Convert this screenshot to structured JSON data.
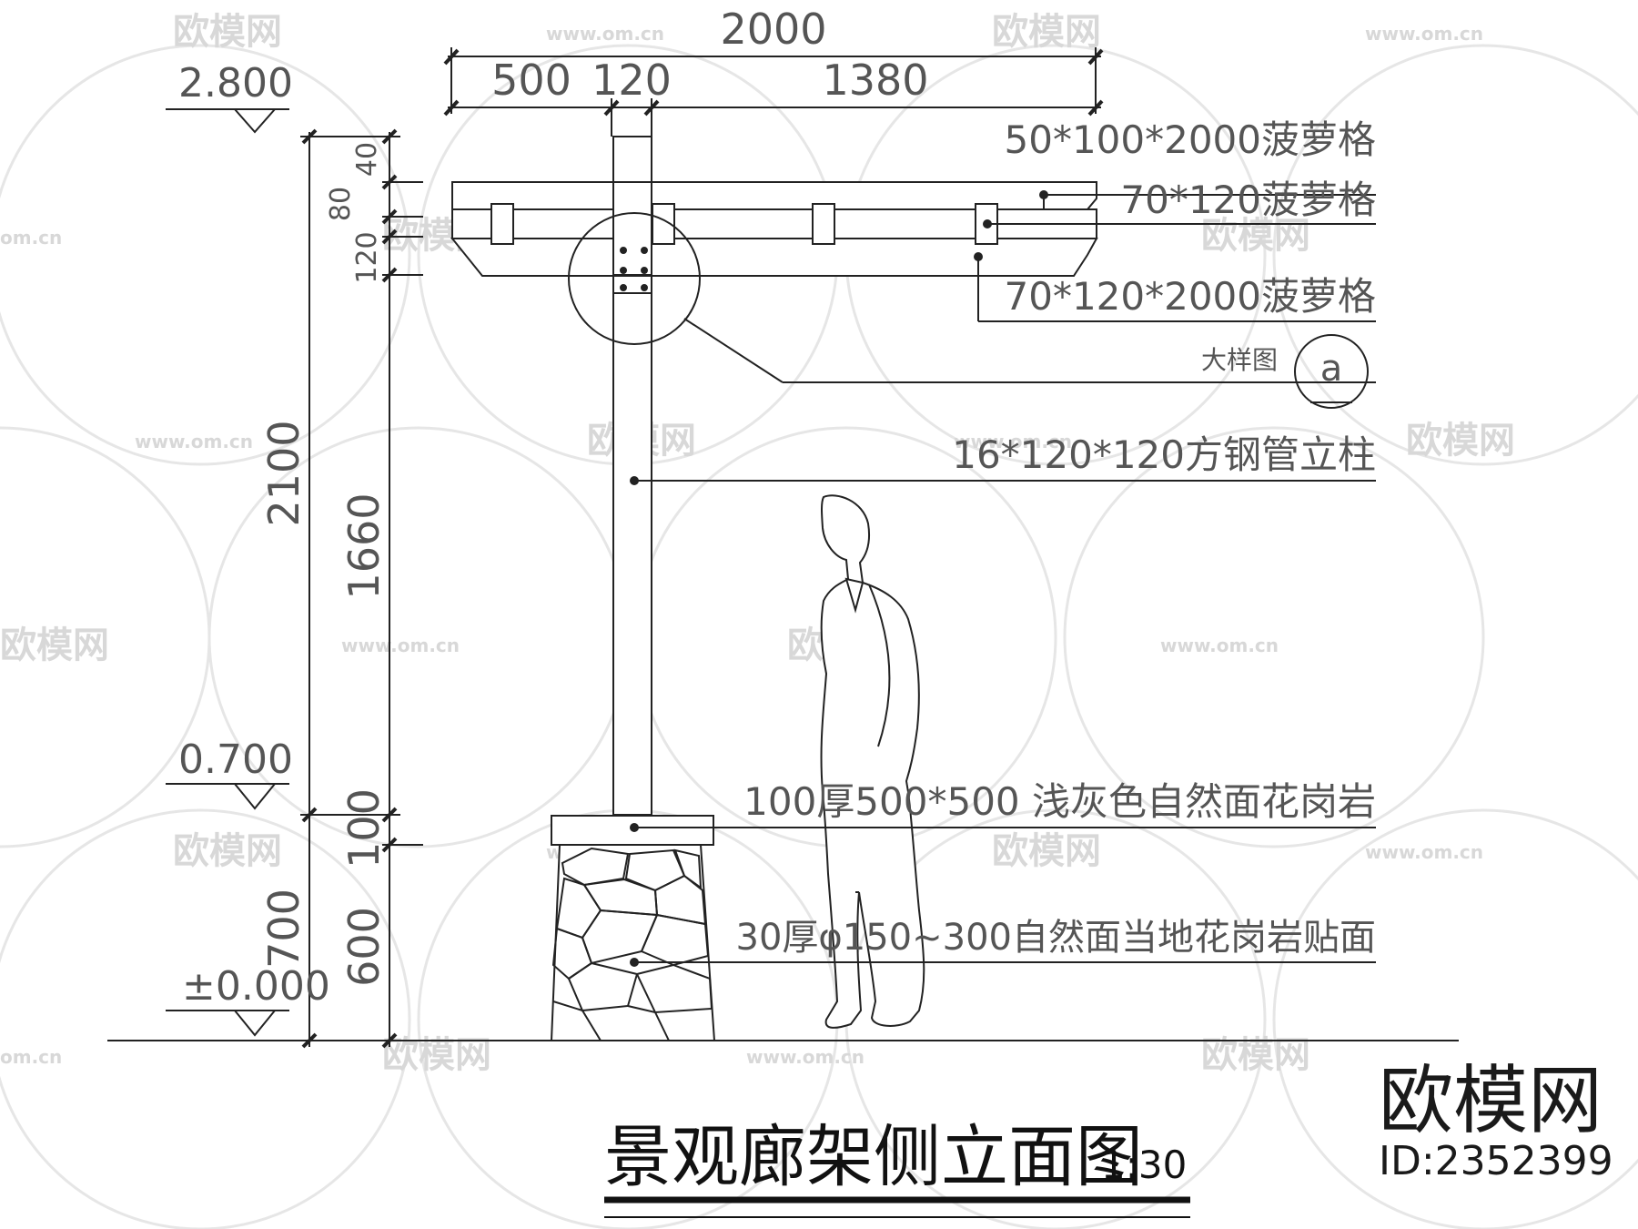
{
  "dimensions": {
    "total_width": "2000",
    "seg_left": "500",
    "seg_mid": "120",
    "seg_right": "1380",
    "v_top_40": "40",
    "v_80": "80",
    "v_120": "120",
    "v_total_2100": "2100",
    "v_1660": "1660",
    "v_100": "100",
    "v_600": "600",
    "v_total_700": "700"
  },
  "elevations": {
    "top": "2.800",
    "mid": "0.700",
    "ground": "±0.000"
  },
  "labels": {
    "purlin_top": "50*100*2000菠萝格",
    "purlin_mid": "70*120菠萝格",
    "beam": "70*120*2000菠萝格",
    "detail_ref_text": "大样图",
    "detail_symbol": "a",
    "column": "16*120*120方钢管立柱",
    "cap_stone": "100厚500*500 浅灰色自然面花岗岩",
    "base_cladding": "30厚φ150~300自然面当地花岗岩贴面"
  },
  "title": {
    "main": "景观廊架侧立面图",
    "scale": "1:30"
  },
  "brand": {
    "logo_text": "欧模网",
    "id_text": "ID:2352399",
    "watermark_text": "欧模网",
    "watermark_url": "www.om.cn",
    "watermark_partial": "om.cn"
  }
}
